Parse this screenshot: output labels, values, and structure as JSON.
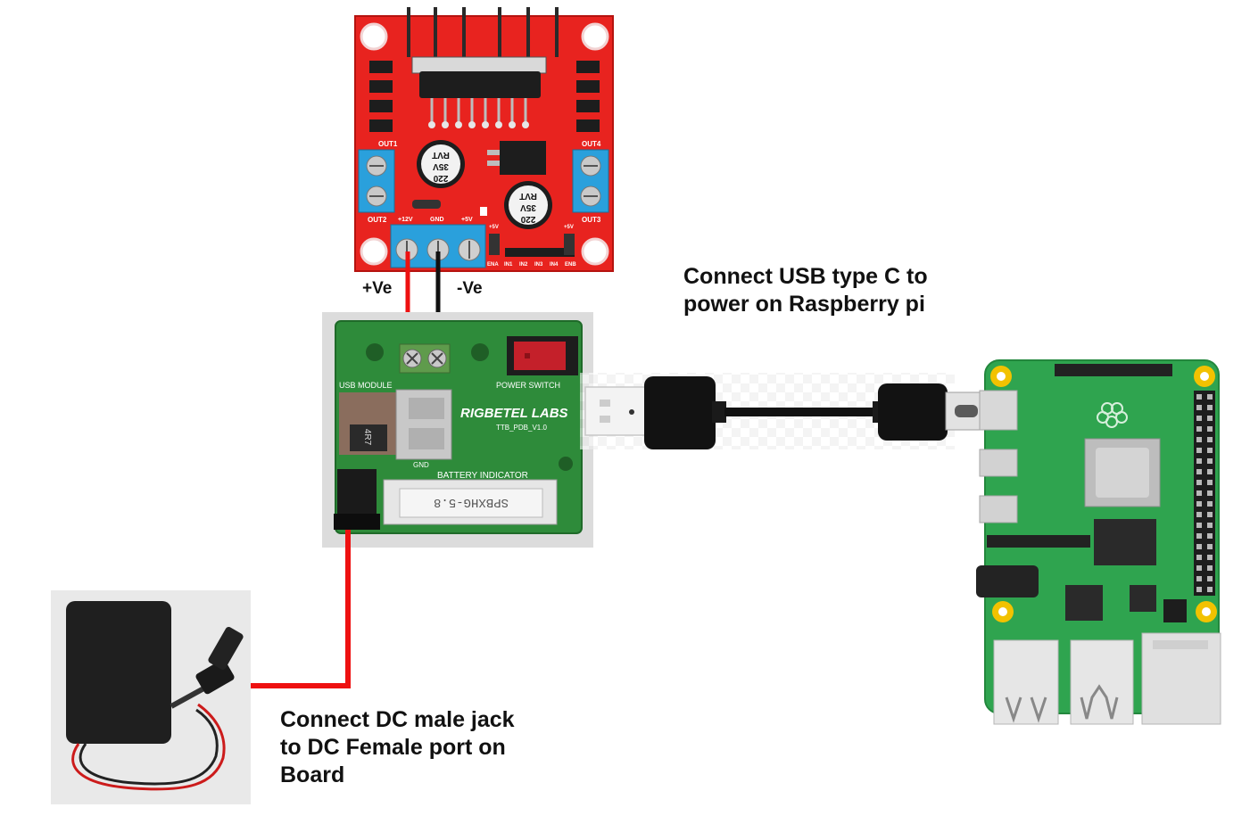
{
  "motor_driver": {
    "pin_labels": [
      "+12V",
      "GND",
      "+5V"
    ],
    "output_labels": [
      "OUT1",
      "OUT2",
      "OUT3",
      "OUT4"
    ],
    "control_pins": [
      "+5V",
      "ENA",
      "IN1",
      "IN2",
      "IN3",
      "IN4",
      "ENB",
      "+5V"
    ],
    "capacitor_text": [
      "220",
      "35V",
      "RVT"
    ],
    "colors": {
      "board": "#e8231f",
      "terminal": "#2aa0dc"
    }
  },
  "wire_labels": {
    "positive": "+Ve",
    "negative": "-Ve"
  },
  "power_board": {
    "brand": "RIGBETEL LABS",
    "version": "TTB_PDB_V1.0",
    "usb_module_label": "USB MODULE",
    "power_switch_label": "POWER SWITCH",
    "battery_indicator_label": "BATTERY INDICATOR",
    "gnd_label": "GND",
    "inductor_text": "4R7",
    "sticker_text": "SPBXHG-5.8",
    "colors": {
      "board": "#2e8b3a",
      "switch": "#c4202a"
    }
  },
  "notes": {
    "usb": [
      "Connect USB type C to",
      "power on Raspberry pi"
    ],
    "dc": [
      "Connect DC male jack",
      "to DC Female port on",
      "Board"
    ]
  },
  "colors": {
    "positive_wire": "#ee1111",
    "negative_wire": "#111111",
    "rpi_board": "#2fa44f"
  }
}
